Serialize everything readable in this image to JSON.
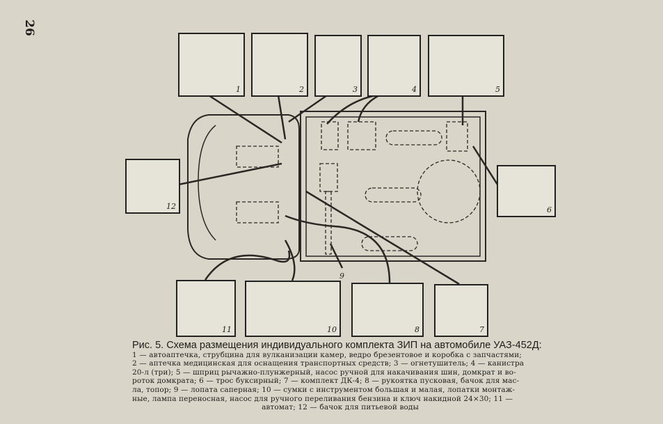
{
  "page_number": "26",
  "figure": {
    "boxes": [
      {
        "id": "1",
        "label": "1"
      },
      {
        "id": "2",
        "label": "2"
      },
      {
        "id": "3",
        "label": "3"
      },
      {
        "id": "4",
        "label": "4"
      },
      {
        "id": "5",
        "label": "5"
      },
      {
        "id": "6",
        "label": "6"
      },
      {
        "id": "7",
        "label": "7"
      },
      {
        "id": "8",
        "label": "8"
      },
      {
        "id": "9",
        "label": "9"
      },
      {
        "id": "10",
        "label": "10"
      },
      {
        "id": "11",
        "label": "11"
      },
      {
        "id": "12",
        "label": "12"
      }
    ]
  },
  "caption": {
    "title": "Рис. 5. Схема размещения индивидуального комплекта ЗИП на автомобиле УАЗ-452Д:",
    "lines": [
      "1 — автоаптечка, струбцина для вулканизации камер, ведро брезентовое и коробка с запчастями;",
      "2 — аптечка медицинская для оснащения транспортных средств; 3 — огнетушитель; 4 — канистра",
      "20-л (три); 5 — шприц рычажно-плунжерный, насос ручной для накачивания шин, домкрат и во-",
      "роток домкрата; 6 — трос буксирный; 7 — комплект ДК-4; 8 — рукоятка пусковая, бачок для мас-",
      "ла, топор; 9 — лопата саперная; 10 — сумки с инструментом большая и малая, лопатки монтаж-",
      "ные, лампа переносная, насос для ручного переливания бензина и ключ накидной 24×30; 11 —",
      "автомат; 12 — бачок для питьевой воды"
    ]
  }
}
